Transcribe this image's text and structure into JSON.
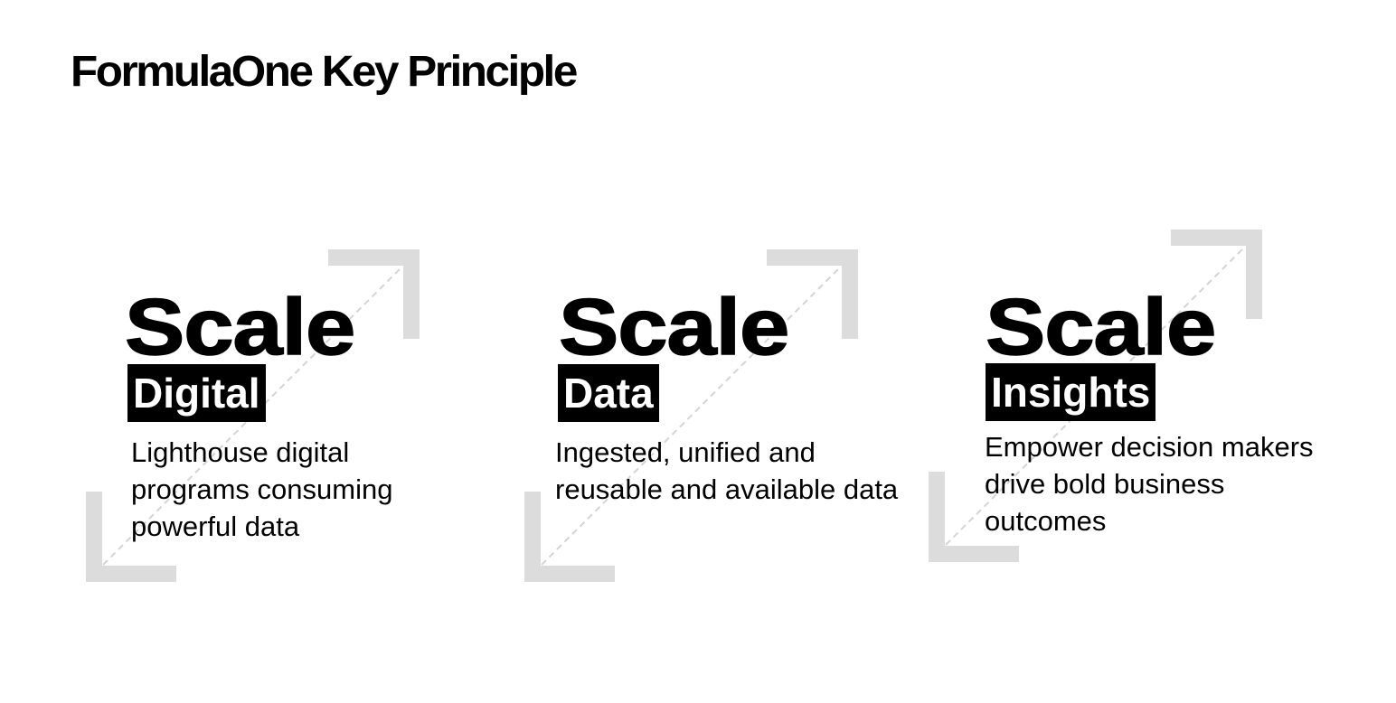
{
  "title": "FormulaOne Key Principle",
  "cards": [
    {
      "heading": "Scale",
      "tag": "Digital",
      "description": "Lighthouse digital programs consuming powerful data"
    },
    {
      "heading": "Scale",
      "tag": "Data",
      "description": "Ingested, unified and reusable and available data"
    },
    {
      "heading": "Scale",
      "tag": "Insights",
      "description": "Empower decision makers drive bold business outcomes"
    }
  ],
  "colors": {
    "text": "#000000",
    "tag_background": "#000000",
    "tag_text": "#ffffff",
    "decoration": "#dcdcdc"
  }
}
